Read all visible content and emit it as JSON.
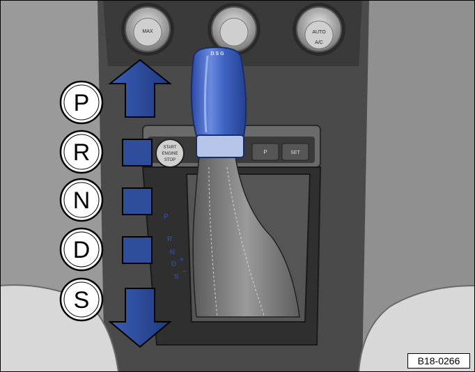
{
  "figure": {
    "reference_code": "B18-0266",
    "positions": [
      "P",
      "R",
      "N",
      "D",
      "S"
    ],
    "gate_labels": [
      "P",
      "R",
      "N",
      "D",
      "S"
    ],
    "gate_plus": "+",
    "gate_minus": "–",
    "knob_top_label": "D S G",
    "start_stop_label": [
      "START",
      "ENGINE",
      "STOP"
    ],
    "climate_left_label": "MAX",
    "climate_right_labels": [
      "AUTO",
      "A/C"
    ],
    "tire_button_label": "SET",
    "colors": {
      "knob_blue": "#3f63c4",
      "indicator_blue": "#2e4e9c",
      "console_dark": "#2f2f2f",
      "console_mid": "#6a6a6a",
      "background_gray": "#8a8a8a"
    }
  }
}
